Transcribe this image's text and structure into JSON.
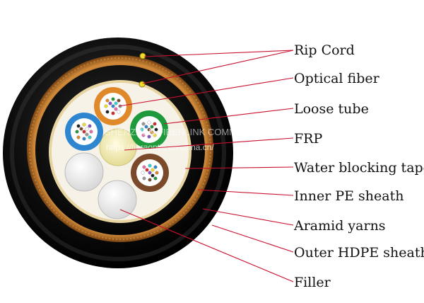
{
  "labels": {
    "rip_cord": "Rip Cord",
    "optical_fiber": "Optical fiber",
    "loose_tube": "Loose tube",
    "frp": "FRP",
    "water_blocking_tape": "Water blocking tape",
    "inner_pe_sheath": "Inner PE sheath",
    "aramid_yarns": "Aramid yarns",
    "outer_hdpe_sheath": "Outer HDPE sheath",
    "filler": "Filler"
  },
  "watermark": {
    "company": "SHENZHEN FIBERLINK COMMUNICATION LIMITED",
    "url": "https://fibraoptic.en.china.cn/"
  },
  "colors": {
    "outer_sheath": "#0a0a0a",
    "aramid": "#c47a2c",
    "leader_lines": "#c8102e",
    "tube_orange": "#e0892b",
    "tube_green": "#1e9a3c",
    "tube_blue": "#2f86d0",
    "tube_brown": "#7a4a2a",
    "frp": "#f3eec0",
    "filler": "#eeeeee"
  }
}
